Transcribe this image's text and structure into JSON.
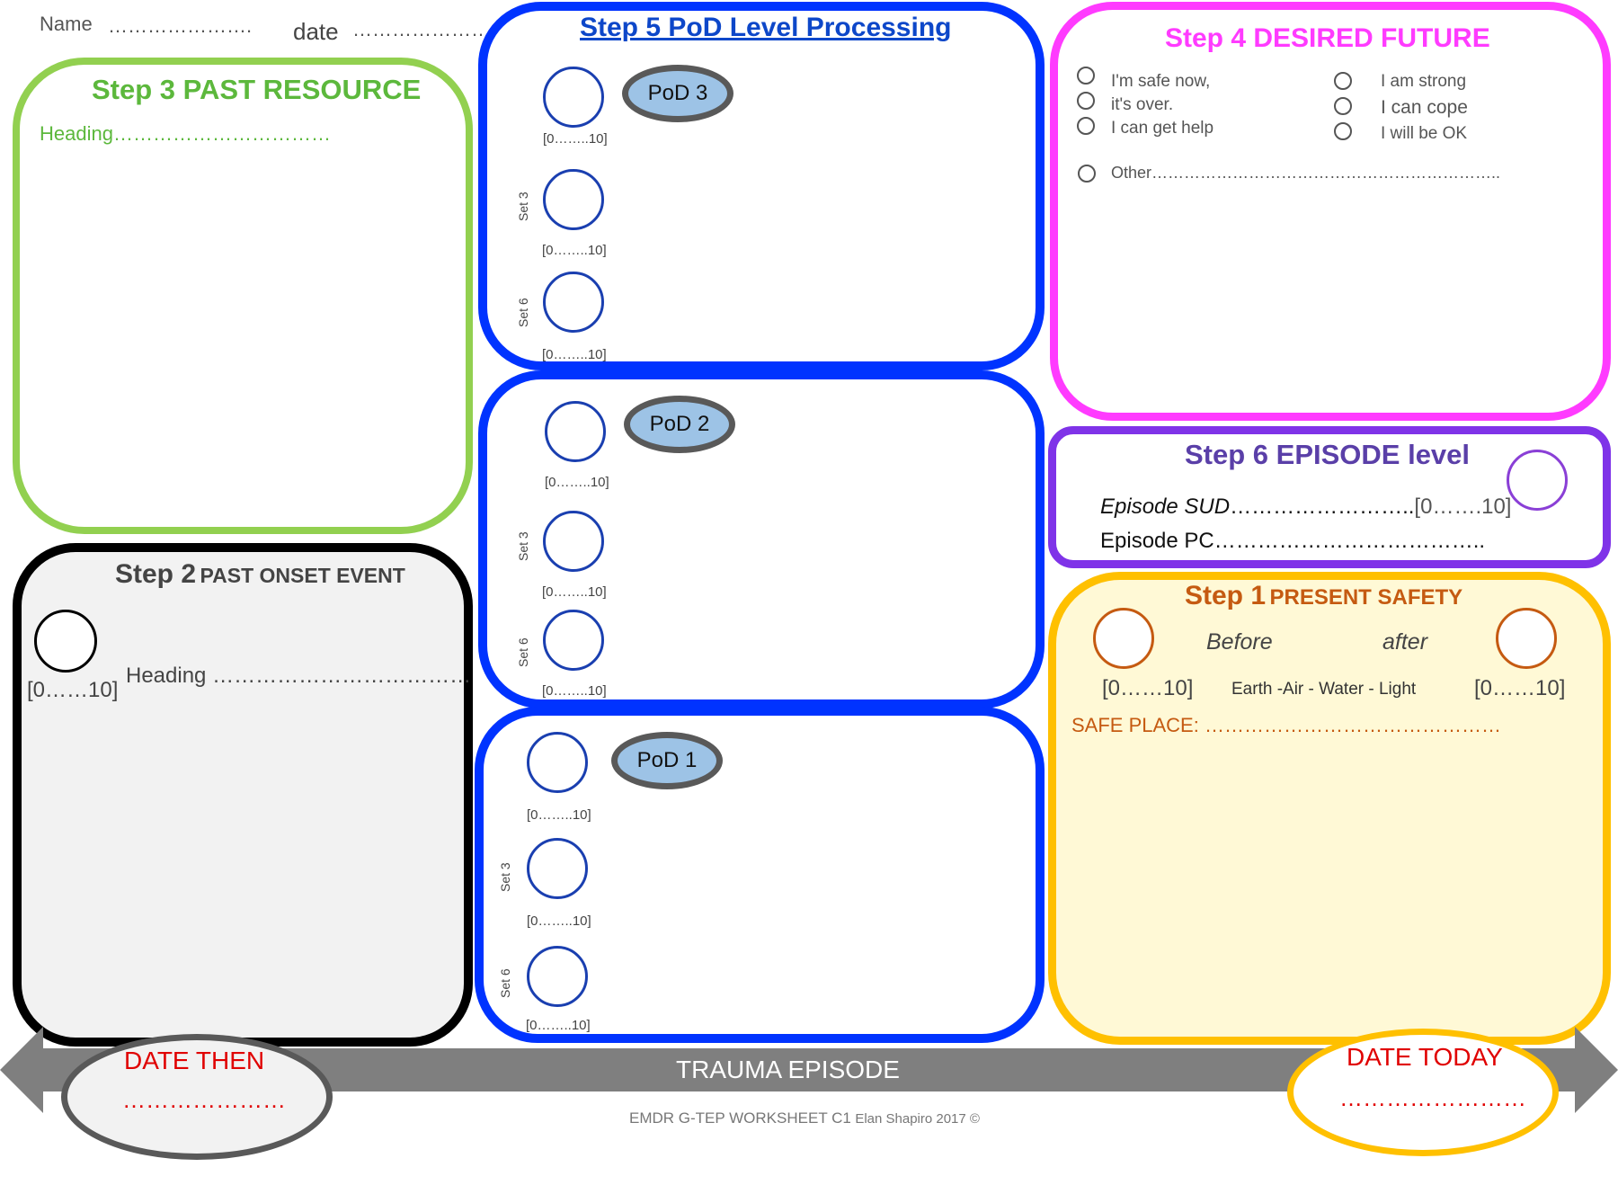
{
  "header": {
    "name_label": "Name",
    "name_dots": "………………….",
    "date_label": "date",
    "date_dots": "…………………..."
  },
  "step5": {
    "title": "Step 5 PoD Level Processing",
    "pod3": "PoD 3",
    "pod2": "PoD 2",
    "pod1": "PoD 1",
    "set3": "Set 3",
    "set6": "Set 6",
    "scale": "[0……..10]"
  },
  "step3": {
    "title": "Step 3 PAST RESOURCE",
    "heading": "Heading……………………………"
  },
  "step4": {
    "title": "Step 4 DESIRED FUTURE",
    "options_left": [
      "I'm safe now,",
      "it's over.",
      "I can get help"
    ],
    "options_right": [
      "I am strong",
      "I can cope",
      "I will be OK"
    ],
    "other": "Other……………………………………………………….."
  },
  "step6": {
    "title": "Step 6 EPISODE level",
    "sud_label": "Episode SUD",
    "sud_dots": "……………………..",
    "sud_scale": "[0…….10]",
    "pc_label": "Episode PC",
    "pc_dots": "……………………………….."
  },
  "step2": {
    "title_big": "Step 2",
    "title_small": "PAST ONSET EVENT",
    "scale": "[0……10]",
    "heading": "Heading ………………………………"
  },
  "step1": {
    "title_big": "Step 1",
    "title_small": "PRESENT SAFETY",
    "before": "Before",
    "after": "after",
    "scale_left": "[0……10]",
    "scale_right": "[0……10]",
    "elements": "Earth -Air - Water - Light",
    "safe_place": "SAFE PLACE: ………………………………………"
  },
  "timeline": {
    "label": "TRAUMA EPISODE",
    "date_then": "DATE THEN",
    "date_then_dots": "…………………",
    "date_today": "DATE TODAY",
    "date_today_dots": "……………………"
  },
  "footer": {
    "credit_main": "EMDR G-TEP WORKSHEET C1",
    "credit_small": "Elan Shapiro 2017 ©"
  },
  "colors": {
    "green": "#5cb83c",
    "step3_border": "#92d050",
    "blue": "#0033ff",
    "title_blue": "#0d47c9",
    "magenta": "#ff3bff",
    "purple": "#7f33e8",
    "step6_title": "#5a3fa8",
    "orange_title": "#c55a11",
    "yellow_border": "#ffc000",
    "yellow_fill": "#fff9d6",
    "red": "#e00000",
    "gray_fill": "#f2f2f2",
    "arrow": "#7f7f7f"
  }
}
